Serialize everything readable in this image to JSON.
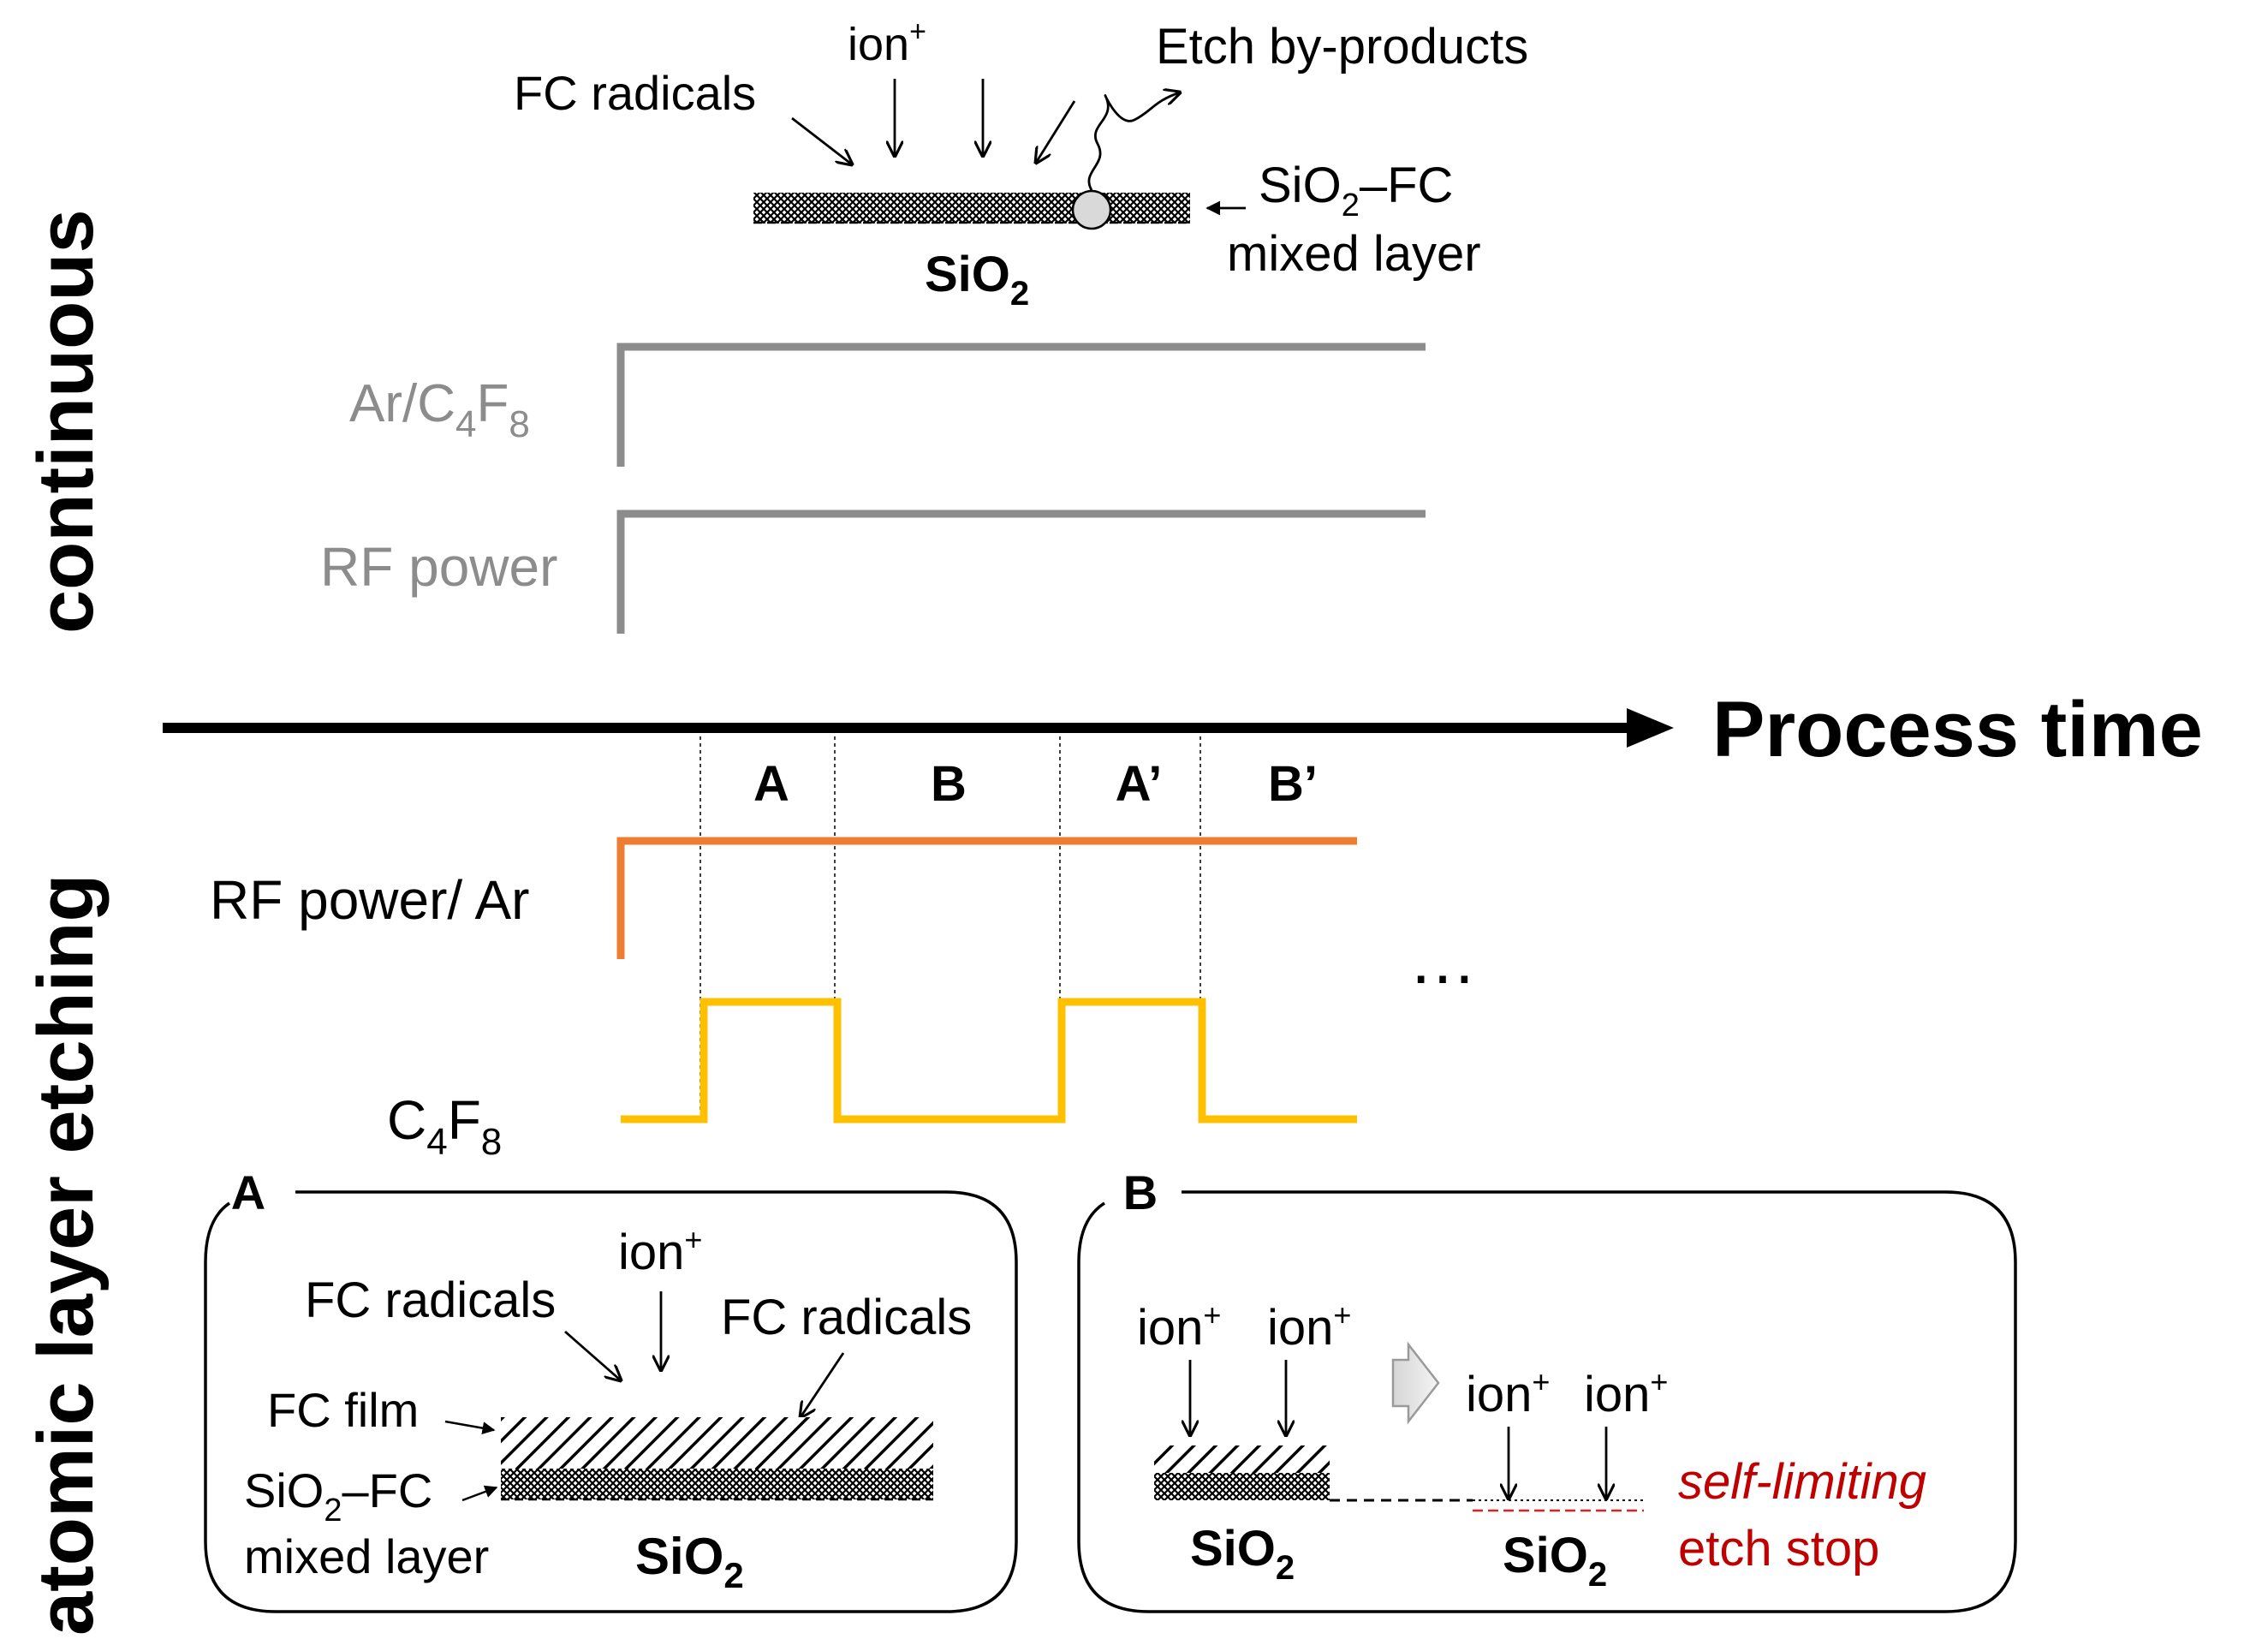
{
  "side_labels": {
    "top": "continuous",
    "bottom": "atomic layer etching"
  },
  "axis": {
    "label": "Process time"
  },
  "continuous": {
    "ion_label": "ion",
    "ion_superscript": "+",
    "radicals_label": "FC radicals",
    "byproducts_label": "Etch by-products",
    "mixed_layer_line1_a": "SiO",
    "mixed_layer_line1_sub": "2",
    "mixed_layer_line1_b": "–FC",
    "mixed_layer_line2": "mixed layer",
    "substrate_main": "SiO",
    "substrate_sub": "2",
    "gas_label_parts": [
      "Ar/C",
      "4",
      "F",
      "8"
    ],
    "rf_label": "RF power"
  },
  "ale": {
    "phases": [
      "A",
      "B",
      "A’",
      "B’"
    ],
    "rf_ar_label": "RF power/ Ar",
    "c4f8_label_parts": [
      "C",
      "4",
      "F",
      "8"
    ],
    "ellipsis": "…"
  },
  "panel_a": {
    "letter": "A",
    "ion_label": "ion",
    "ion_superscript": "+",
    "radicals_left": "FC radicals",
    "radicals_right": "FC radicals",
    "film_label": "FC film",
    "mixed_line1_a": "SiO",
    "mixed_line1_sub": "2",
    "mixed_line1_b": "–FC",
    "mixed_line2": "mixed layer",
    "substrate_main": "SiO",
    "substrate_sub": "2"
  },
  "panel_b": {
    "letter": "B",
    "ion_label": "ion",
    "ion_superscript": "+",
    "substrate_main": "SiO",
    "substrate_sub": "2",
    "self_limiting": "self-limiting",
    "etch_stop": "etch stop"
  },
  "colors": {
    "black": "#000000",
    "gray_line": "#8c8c8c",
    "gray_text": "#8c8c8c",
    "orange": "#ed7d31",
    "yellow": "#ffc000",
    "dark_red": "#c00000",
    "red_dash": "#e02020"
  }
}
